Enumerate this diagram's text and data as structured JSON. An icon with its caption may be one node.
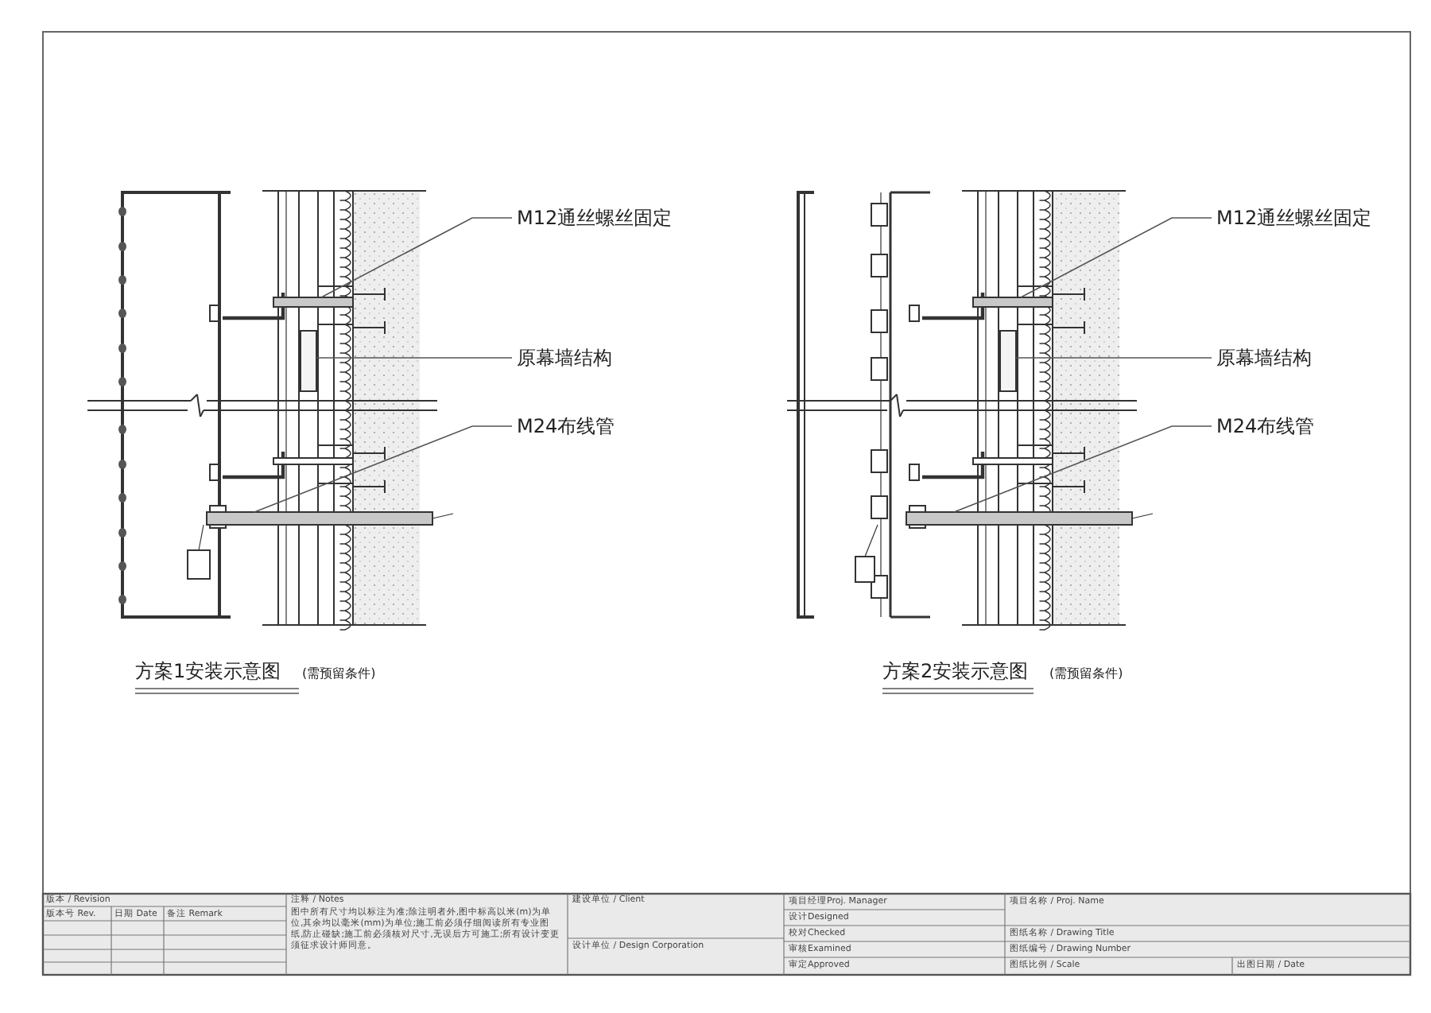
{
  "diagram": {
    "nodes": [
      {
        "text": [
          "M12通丝螺丝固定"
        ]
      },
      {
        "text": [],
        "shape": "bar"
      },
      {
        "text": [
          "原幕墙结构"
        ]
      },
      {
        "text": [],
        "shape": "box"
      },
      {
        "text": [
          "M24布线管"
        ]
      },
      {
        "text": [],
        "shape": "bar"
      },
      {
        "text": [
          "M12通丝螺丝固定"
        ]
      },
      {
        "text": [],
        "shape": "bar"
      },
      {
        "text": [
          "原幕墙结构"
        ]
      },
      {
        "text": [],
        "shape": "box"
      },
      {
        "text": [
          "M24布线管"
        ]
      },
      {
        "text": [],
        "shape": "bar"
      }
    ],
    "edges": [
      {
        "from": 0,
        "to": 1,
        "arrow": "none"
      },
      {
        "from": 2,
        "to": 3,
        "arrow": "none"
      },
      {
        "from": 4,
        "to": 5,
        "arrow": "none"
      },
      {
        "from": 6,
        "to": 7,
        "arrow": "none"
      },
      {
        "from": 8,
        "to": 9,
        "arrow": "none"
      },
      {
        "from": 10,
        "to": 11,
        "arrow": "none"
      }
    ],
    "labels": [
      "方案1安装示意图",
      "(需预留条件)",
      "方案2安装示意图",
      "(需预留条件)",
      "版本 / Revision",
      "版本号 Rev.",
      "日期 Date",
      "备注 Remark",
      "注释 / Notes",
      "图中所有尺寸均以标注为准;除注明者外,图中标高以米(m)为单位,其余均以毫米(mm)为单位;施工前必须仔细阅读所有专业图纸,防止碰缺;施工前必须核对尺寸,无误后方可施工;所有设计变更须征求设计师同意。",
      "建设单位 / Client",
      "设计单位 / Design Corporation",
      "项目经理Proj. Manager",
      "项目名称 / Proj. Name",
      "设计Designed",
      "校对Checked",
      "图纸名称 / Drawing Title",
      "审核Examined",
      "图纸编号 / Drawing Number",
      "审定Approved",
      "图纸比例 / Scale",
      "出图日期 / Date"
    ]
  }
}
